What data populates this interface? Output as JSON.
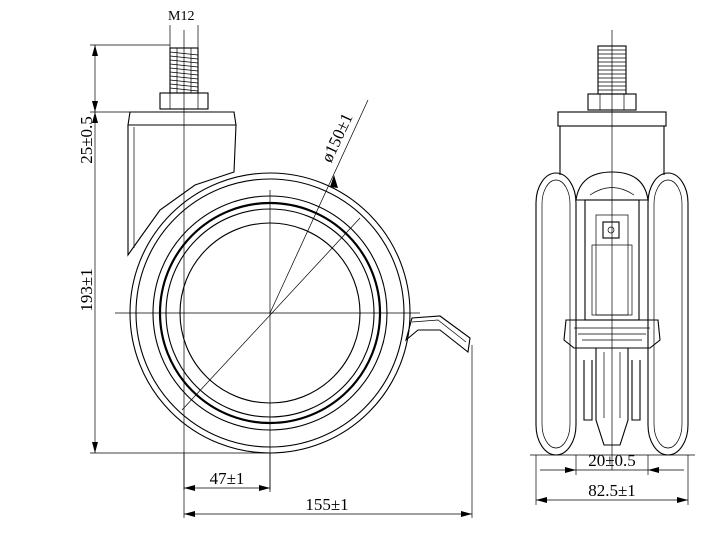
{
  "drawing": {
    "thread_label": "M12",
    "height_label": "193±1",
    "top_height_label": "25±0.5",
    "diameter_label": "ø150±1",
    "offset_label": "47±1",
    "total_width_label": "155±1",
    "wheel_width_label": "82.5±1",
    "tread_gap_label": "20±0.5"
  }
}
